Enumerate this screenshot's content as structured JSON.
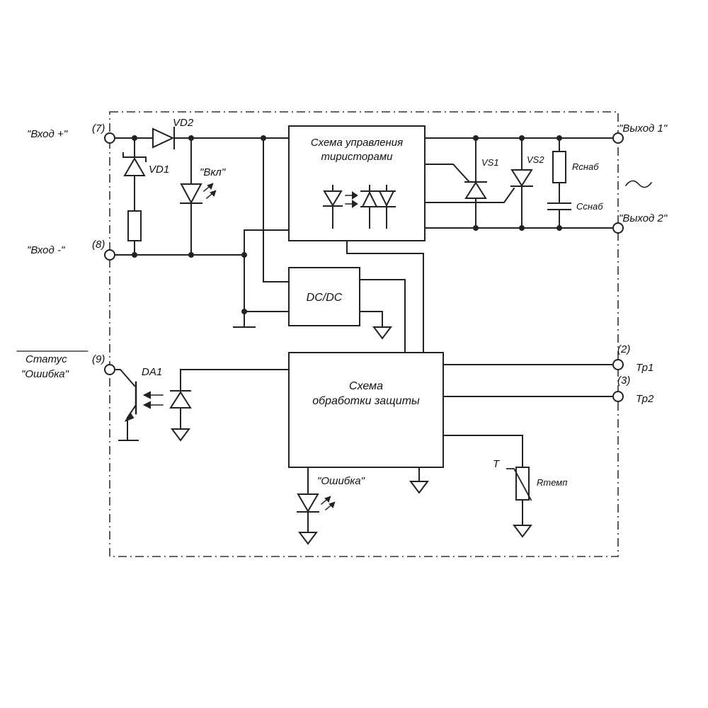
{
  "terminals": {
    "input_plus": "\"Вход +\"",
    "input_plus_pin": "(7)",
    "input_minus": "\"Вход -\"",
    "input_minus_pin": "(8)",
    "status_line1": "Статус",
    "status_line2": "\"Ошибка\"",
    "status_pin": "(9)",
    "output1": "\"Выход 1\"",
    "output2": "\"Выход 2\"",
    "tp1": "Тр1",
    "tp1_pin": "(2)",
    "tp2": "Тр2",
    "tp2_pin": "(3)"
  },
  "components": {
    "vd1": "VD1",
    "vd2": "VD2",
    "led_on": "\"Вкл\"",
    "vs1": "VS1",
    "vs2": "VS2",
    "r_snub": "Rснаб",
    "c_snub": "Cснаб",
    "da1": "DA1",
    "led_error": "\"Ошибка\"",
    "thermo_t": "T",
    "r_temp": "Rтемп"
  },
  "blocks": {
    "thyristor_ctrl_line1": "Схема управления",
    "thyristor_ctrl_line2": "тиристорами",
    "dcdc": "DC/DC",
    "protection_line1": "Схема",
    "protection_line2": "обработки защиты"
  }
}
